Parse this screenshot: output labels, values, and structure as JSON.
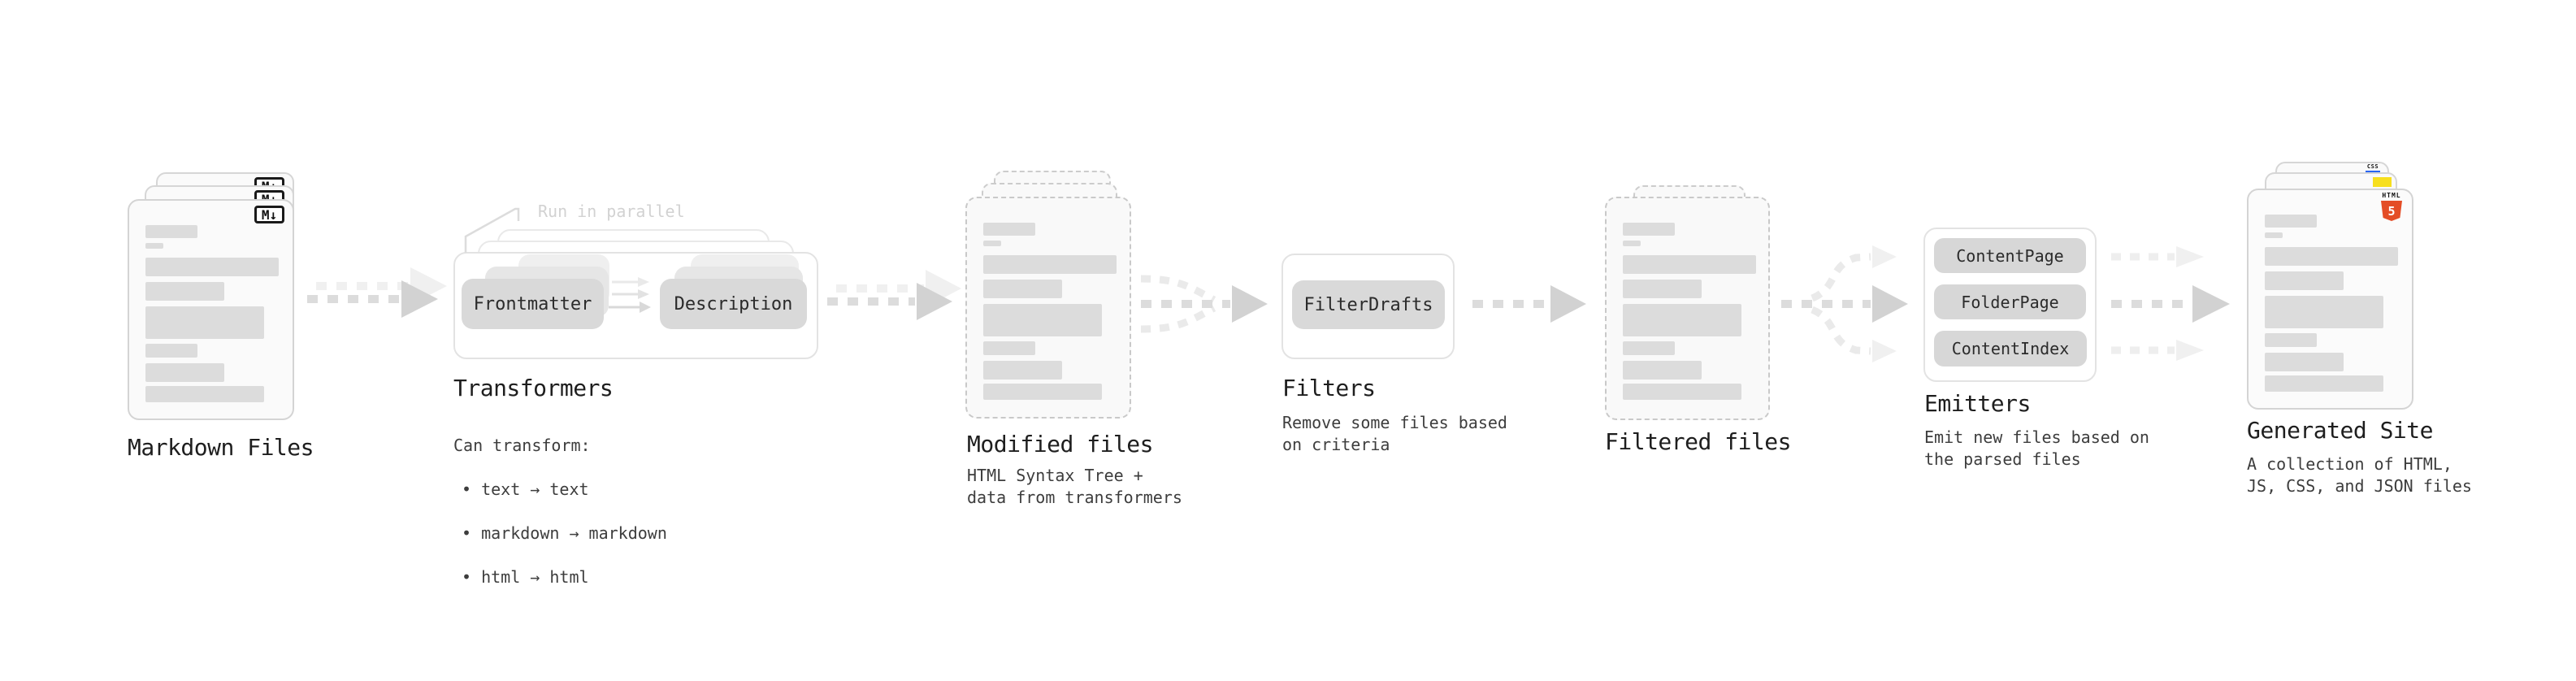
{
  "palette": {
    "html_orange": "#e44d26",
    "js_yellow": "#f7df1e",
    "css_blue": "#2965f1",
    "arrow_gray": "#dcdcdc",
    "pill_gray": "#d9d9d9",
    "text_dark": "#1e1e1e"
  },
  "diagram": {
    "markdown": {
      "title": "Markdown Files",
      "badge": "M↓"
    },
    "transformers": {
      "annotation": "Run in parallel",
      "left_box": "Frontmatter",
      "right_box": "Description",
      "title": "Transformers",
      "subtitle": "Can transform:",
      "bullets": [
        "• text → text",
        "• markdown → markdown",
        "• html → html"
      ]
    },
    "modified": {
      "title": "Modified files",
      "subtext": "HTML Syntax Tree +\ndata from transformers"
    },
    "filters": {
      "pill": "FilterDrafts",
      "title": "Filters",
      "subtext": "Remove some files based\non criteria"
    },
    "filtered": {
      "title": "Filtered files"
    },
    "emitters": {
      "pills": [
        "ContentPage",
        "FolderPage",
        "ContentIndex"
      ],
      "title": "Emitters",
      "subtext": "Emit new files based on\nthe parsed files"
    },
    "generated": {
      "title": "Generated Site",
      "subtext": "A collection of HTML,\nJS, CSS, and JSON files",
      "css_badge": "CSS",
      "html_badge": "HTML",
      "html_number": "5"
    }
  }
}
